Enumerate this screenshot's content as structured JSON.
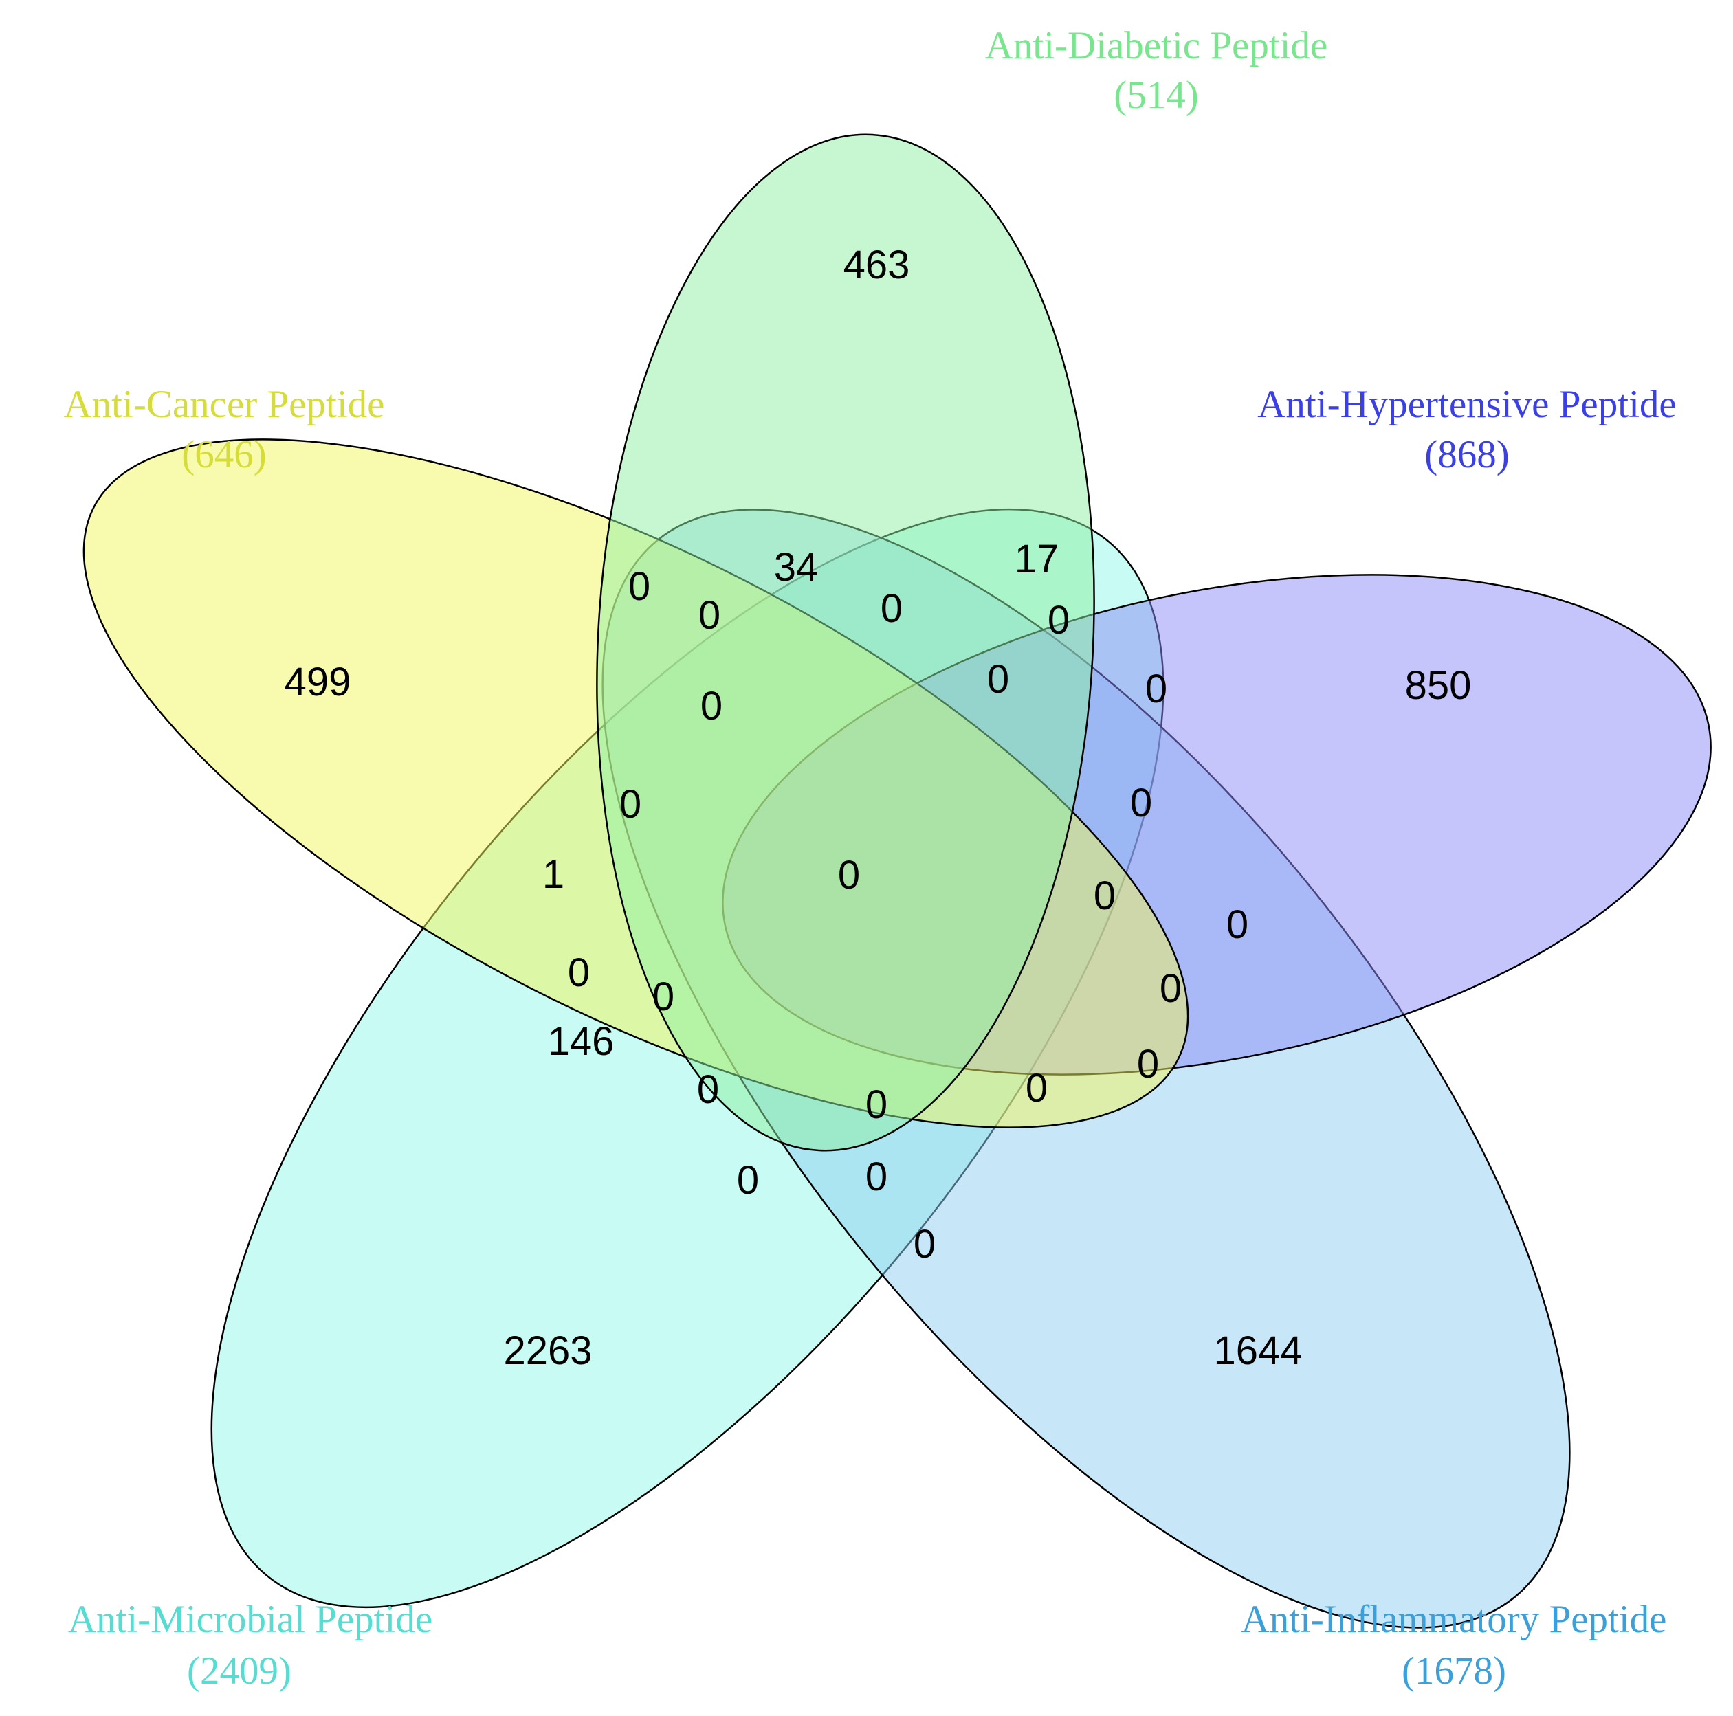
{
  "diagram": {
    "type": "venn",
    "sets": [
      {
        "id": "diabetic",
        "label": "Anti-Diabetic Peptide",
        "total": "(514)",
        "color": "#77e68c"
      },
      {
        "id": "cancer",
        "label": "Anti-Cancer Peptide",
        "total": "(646)",
        "color": "#d6dc39"
      },
      {
        "id": "hypertensive",
        "label": "Anti-Hypertensive Peptide",
        "total": "(868)",
        "color": "#3a3fe6"
      },
      {
        "id": "microbial",
        "label": "Anti-Microbial Peptide",
        "total": "(2409)",
        "color": "#56dcd0"
      },
      {
        "id": "inflammatory",
        "label": "Anti-Inflammatory Peptide",
        "total": "(1678)",
        "color": "#3b9fd9"
      }
    ],
    "fills": {
      "diabetic": "#8ff0a4",
      "cancer": "#f2f55c",
      "hypertensive": "#8c8cf8",
      "microbial": "#8ff7e8",
      "inflammatory": "#8fd0f2"
    },
    "regions": [
      {
        "id": "only-diabetic",
        "value": "463"
      },
      {
        "id": "only-cancer",
        "value": "499"
      },
      {
        "id": "only-hypertensive",
        "value": "850"
      },
      {
        "id": "only-microbial",
        "value": "2263"
      },
      {
        "id": "only-inflammatory",
        "value": "1644"
      },
      {
        "id": "r34",
        "value": "34"
      },
      {
        "id": "r17",
        "value": "17"
      },
      {
        "id": "r1",
        "value": "1"
      },
      {
        "id": "r146",
        "value": "146"
      },
      {
        "id": "center",
        "value": "0"
      },
      {
        "id": "z01",
        "value": "0"
      },
      {
        "id": "z02",
        "value": "0"
      },
      {
        "id": "z03",
        "value": "0"
      },
      {
        "id": "z04",
        "value": "0"
      },
      {
        "id": "z05",
        "value": "0"
      },
      {
        "id": "z06",
        "value": "0"
      },
      {
        "id": "z07",
        "value": "0"
      },
      {
        "id": "z08",
        "value": "0"
      },
      {
        "id": "z09",
        "value": "0"
      },
      {
        "id": "z10",
        "value": "0"
      },
      {
        "id": "z11",
        "value": "0"
      },
      {
        "id": "z12",
        "value": "0"
      },
      {
        "id": "z13",
        "value": "0"
      },
      {
        "id": "z14",
        "value": "0"
      },
      {
        "id": "z15",
        "value": "0"
      },
      {
        "id": "z16",
        "value": "0"
      },
      {
        "id": "z17",
        "value": "0"
      },
      {
        "id": "z18",
        "value": "0"
      },
      {
        "id": "z19",
        "value": "0"
      },
      {
        "id": "z20",
        "value": "0"
      },
      {
        "id": "z21",
        "value": "0"
      }
    ]
  }
}
